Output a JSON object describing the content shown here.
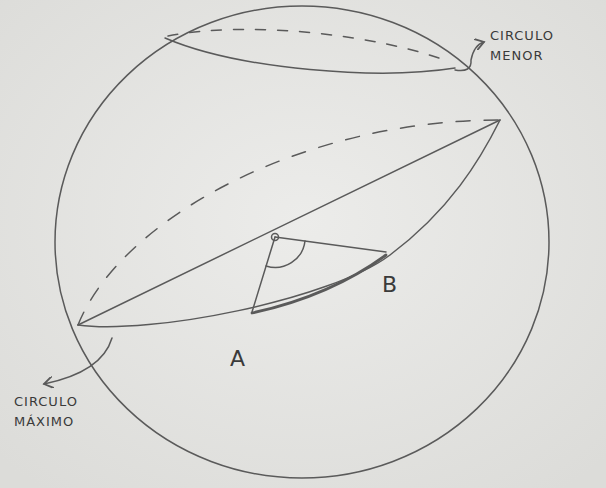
{
  "diagram": {
    "labels": [
      "CIRCULO MENOR",
      "CIRCULO MÁXIMO",
      "A",
      "B"
    ]
  }
}
